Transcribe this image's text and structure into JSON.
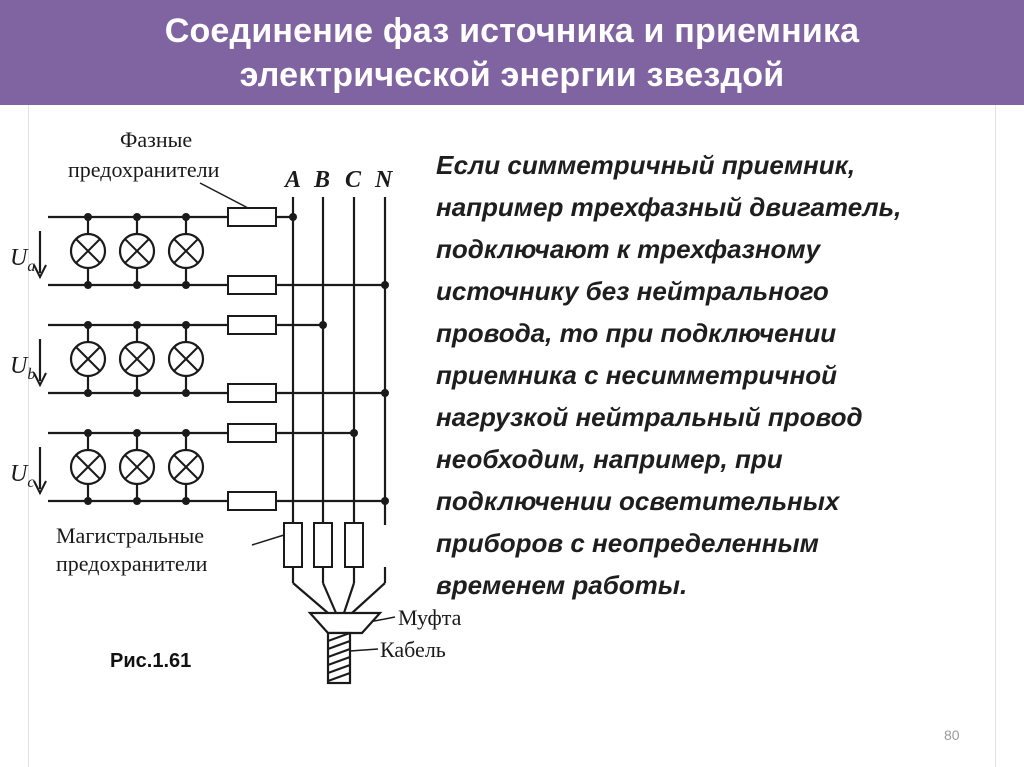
{
  "title": {
    "line1": "Соединение фаз источника и приемника",
    "line2": "электрической энергии звездой"
  },
  "colors": {
    "title_bg": "#8064a2",
    "title_text": "#ffffff"
  },
  "diagram": {
    "labels": {
      "phase_fuses_line1": "Фазные",
      "phase_fuses_line2": "предохранители",
      "main_fuses_line1": "Магистральные",
      "main_fuses_line2": "предохранители",
      "coupling": "Муфта",
      "cable": "Кабель"
    },
    "buses": [
      "A",
      "B",
      "C",
      "N"
    ],
    "voltages": [
      {
        "main": "U",
        "sub": "a"
      },
      {
        "main": "U",
        "sub": "b"
      },
      {
        "main": "U",
        "sub": "c"
      }
    ]
  },
  "description": [
    "Если симметричный приемник,",
    "например трехфазный двигатель,",
    "подключают к трехфазному",
    "источнику без нейтрального",
    "провода, то при подключении",
    "приемника с несимметричной",
    "нагрузкой нейтральный провод",
    "необходим, например, при",
    "подключении осветительных",
    "приборов с неопределенным",
    "временем работы."
  ],
  "caption": "Рис.1.61",
  "page_number": "80"
}
